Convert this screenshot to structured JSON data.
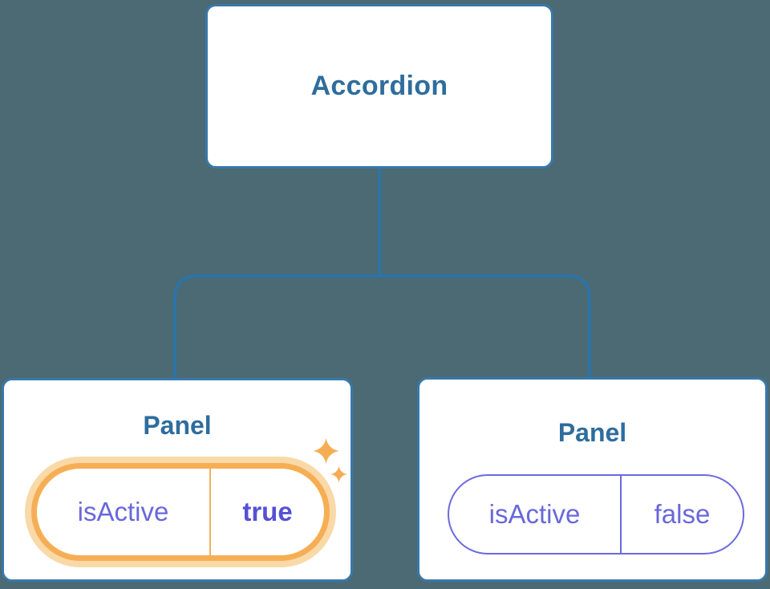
{
  "diagram": {
    "root": {
      "label": "Accordion"
    },
    "panels": [
      {
        "title": "Panel",
        "prop_name": "isActive",
        "prop_value": "true",
        "state": "active-highlighted"
      },
      {
        "title": "Panel",
        "prop_name": "isActive",
        "prop_value": "false",
        "state": "inactive"
      }
    ]
  },
  "icons": {
    "sparkle": "✦"
  },
  "colors": {
    "background": "#4B6A73",
    "node_fill": "#FFFFFF",
    "node_border": "#3878AB",
    "connector_line": "#2D73A6",
    "heading_text": "#2E6D9D",
    "prop_text": "#6968DA",
    "prop_value_active": "#5551D3",
    "inactive_pill_border": "#6B6ADF",
    "highlight_border": "#F6AE55",
    "highlight_glow": "#FAD9A8",
    "sparkle": "#F5AD55"
  }
}
